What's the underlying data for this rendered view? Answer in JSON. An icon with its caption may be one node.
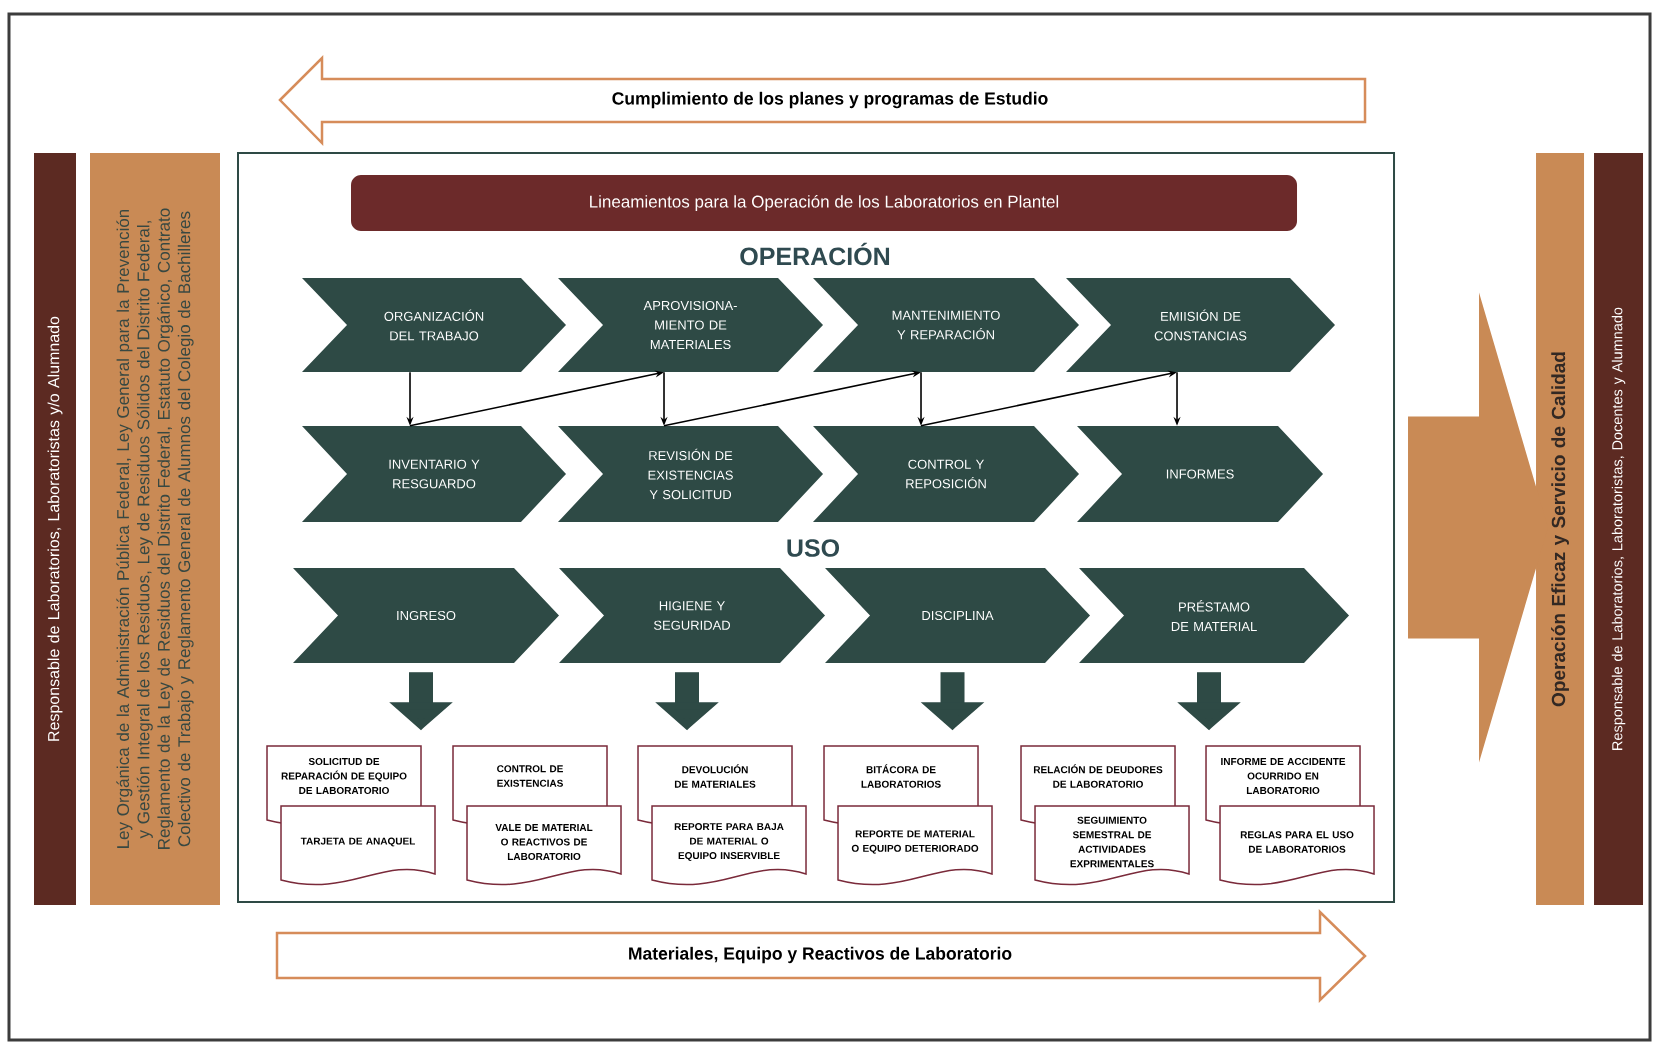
{
  "diagram": {
    "nodes": [
      {
        "text": [
          "Cumplimiento de los planes y programas de Estudio"
        ]
      },
      {
        "text": [
          "Responsable de Laboratorios, Laboratoristas y/o Alumnado"
        ]
      },
      {
        "text": [
          "Ley Orgánica de la Administración Pública Federal, Ley General para la Prevención y Gestión Integral de los Residuos, Ley de Residuos Sólidos del Distrito Federal, Reglamento de la Ley de Residuos del Distrito Federal, Estatuto Orgánico, Contrato Colectivo de Trabajo y Reglamento General de Alumnos del Colegio de Bachilleres"
        ]
      },
      {
        "text": [],
        "shape": "box"
      },
      {
        "text": [
          "Lineamientos para la Operación de los Laboratorios en Plantel"
        ],
        "in": 3
      },
      {
        "text": [
          "ORGANIZACIÓN DEL TRABAJO"
        ],
        "in": 3
      },
      {
        "text": [
          "APROVISIONA- MIENTO DE MATERIALES"
        ],
        "in": 3
      },
      {
        "text": [
          "MANTENIMIENTO Y REPARACIÓN"
        ],
        "in": 3
      },
      {
        "text": [
          "EMIISIÓN DE CONSTANCIAS"
        ],
        "in": 3
      },
      {
        "text": [
          "INVENTARIO Y RESGUARDO"
        ],
        "in": 3
      },
      {
        "text": [
          "REVISIÓN DE EXISTENCIAS Y SOLICITUD"
        ],
        "in": 3
      },
      {
        "text": [
          "CONTROL Y REPOSICIÓN"
        ],
        "in": 3
      },
      {
        "text": [
          "INFORMES"
        ],
        "in": 3
      },
      {
        "text": [
          "INGRESO"
        ],
        "in": 3
      },
      {
        "text": [
          "HIGIENE Y SEGURIDAD"
        ],
        "in": 3
      },
      {
        "text": [
          "DISCIPLINA"
        ],
        "in": 3
      },
      {
        "text": [
          "PRÉSTAMO DE MATERIAL"
        ],
        "in": 3
      },
      {
        "text": [
          "SOLICITUD DE REPARACIÓN DE EQUIPO DE LABORATORIO"
        ],
        "in": 3
      },
      {
        "text": [
          "TARJETA DE ANAQUEL"
        ],
        "in": 3
      },
      {
        "text": [
          "CONTROL DE EXISTENCIAS"
        ],
        "in": 3
      },
      {
        "text": [
          "VALE DE MATERIAL O REACTIVOS DE LABORATORIO"
        ],
        "in": 3
      },
      {
        "text": [
          "DEVOLUCIÓN DE MATERIALES"
        ],
        "in": 3
      },
      {
        "text": [
          "REPORTE PARA BAJA DE MATERIAL O EQUIPO INSERVIBLE"
        ],
        "in": 3
      },
      {
        "text": [
          "BITÁCORA DE LABORATORIOS"
        ],
        "in": 3
      },
      {
        "text": [
          "REPORTE DE MATERIAL O EQUIPO DETERIORADO"
        ],
        "in": 3
      },
      {
        "text": [
          "RELACIÓN DE DEUDORES DE LABORATORIO"
        ],
        "in": 3
      },
      {
        "text": [
          "SEGUIMIENTO SEMESTRAL DE ACTIVIDADES EXPRIMENTALES"
        ],
        "in": 3
      },
      {
        "text": [
          "INFORME DE ACCIDENTE OCURRIDO EN LABORATORIO"
        ],
        "in": 3
      },
      {
        "text": [
          "REGLAS PARA EL USO DE LABORATORIOS"
        ],
        "in": 3
      },
      {
        "text": [
          "Operación Eficaz y Servicio de Calidad"
        ]
      },
      {
        "text": [
          "Responsable de Laboratorios, Laboratoristas, Docentes y Alumnado"
        ]
      },
      {
        "text": [
          "Materiales, Equipo y Reactivos de Laboratorio"
        ]
      }
    ],
    "edges": [
      {
        "from": 5,
        "to": 9,
        "arrow": "to"
      },
      {
        "from": 6,
        "to": 10,
        "arrow": "to"
      },
      {
        "from": 7,
        "to": 11,
        "arrow": "to"
      },
      {
        "from": 8,
        "to": 12,
        "arrow": "to"
      },
      {
        "from": 9,
        "to": 6,
        "arrow": "to"
      },
      {
        "from": 10,
        "to": 7,
        "arrow": "to"
      },
      {
        "from": 11,
        "to": 8,
        "arrow": "to"
      },
      {
        "from": 13,
        "to": null,
        "arrow": "to",
        "style": "thick",
        "color": "#2e4a45"
      },
      {
        "from": 14,
        "to": null,
        "arrow": "to",
        "style": "thick",
        "color": "#2e4a45"
      },
      {
        "from": 15,
        "to": null,
        "arrow": "to",
        "style": "thick",
        "color": "#2e4a45"
      },
      {
        "from": 16,
        "to": null,
        "arrow": "to",
        "style": "thick",
        "color": "#2e4a45"
      },
      {
        "from": 3,
        "to": 29,
        "arrow": "to",
        "style": "thick",
        "color": "#c98a55"
      }
    ],
    "labels": [
      "OPERACIÓN",
      "USO"
    ]
  }
}
